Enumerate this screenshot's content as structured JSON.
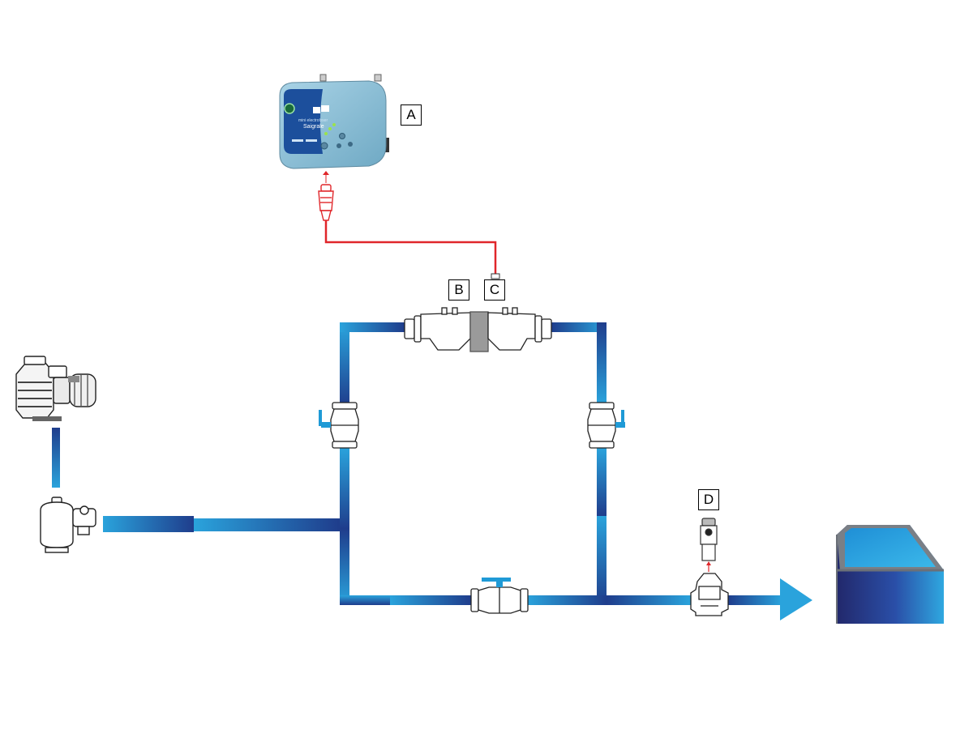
{
  "labels": {
    "a": "A",
    "b": "B",
    "c": "C",
    "d": "D"
  },
  "colors": {
    "pipe_light": "#2aa3dc",
    "pipe_dark": "#1f3d8c",
    "cable": "#e0262a",
    "controller_body": "#8fc3d9",
    "controller_panel": "#1c4f9c",
    "valve_handle": "#1f9ad6",
    "pool_water": "#2fa8e0",
    "pool_side_dark": "#22286b"
  },
  "icons": [
    "pump-icon",
    "sand-filter-icon",
    "controller-unit-icon",
    "electrolysis-cell-icon",
    "ball-valve-icon",
    "ph-probe-icon",
    "probe-holder-icon",
    "flow-arrow-icon",
    "pool-icon"
  ]
}
